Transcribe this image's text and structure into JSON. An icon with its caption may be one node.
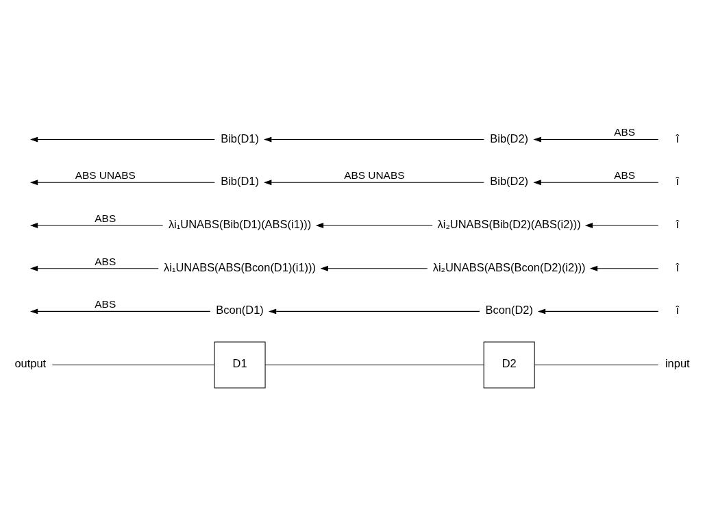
{
  "diagram": {
    "nodes": [
      {
        "text": [
          "output"
        ]
      },
      {
        "text": [
          "D1"
        ]
      },
      {
        "text": [
          "D2"
        ]
      },
      {
        "text": [
          "input"
        ]
      },
      {
        "text": [
          "Bcon(D1)"
        ]
      },
      {
        "text": [
          "Bcon(D2)"
        ]
      },
      {
        "text": [
          "î"
        ]
      },
      {
        "text": [
          "λi₁UNABS(ABS(Bcon(D1)(i1)))"
        ]
      },
      {
        "text": [
          "λi₂UNABS(ABS(Bcon(D2)(i2)))"
        ]
      },
      {
        "text": [
          "î"
        ]
      },
      {
        "text": [
          "λi₁UNABS(Bib(D1)(ABS(i1)))"
        ]
      },
      {
        "text": [
          "λi₂UNABS(Bib(D2)(ABS(i2)))"
        ]
      },
      {
        "text": [
          "î"
        ]
      },
      {
        "text": [
          "Bib(D1)"
        ]
      },
      {
        "text": [
          "Bib(D2)"
        ]
      },
      {
        "text": [
          "î"
        ]
      },
      {
        "text": [
          "Bib(D1)"
        ]
      },
      {
        "text": [
          "Bib(D2)"
        ]
      },
      {
        "text": [
          "î"
        ]
      }
    ],
    "edges": [
      {
        "from": 3,
        "to": 2,
        "arrow": "none"
      },
      {
        "from": 2,
        "to": 1,
        "arrow": "none"
      },
      {
        "from": 1,
        "to": 0,
        "arrow": "none"
      },
      {
        "from": 6,
        "to": 5,
        "arrow": "to"
      },
      {
        "from": 5,
        "to": 4,
        "arrow": "to"
      },
      {
        "from": 4,
        "to": null,
        "arrow": "to",
        "label": "ABS"
      },
      {
        "from": 9,
        "to": 8,
        "arrow": "to"
      },
      {
        "from": 8,
        "to": 7,
        "arrow": "to"
      },
      {
        "from": 7,
        "to": null,
        "arrow": "to",
        "label": "ABS"
      },
      {
        "from": 12,
        "to": 11,
        "arrow": "to"
      },
      {
        "from": 11,
        "to": 10,
        "arrow": "to"
      },
      {
        "from": 10,
        "to": null,
        "arrow": "to",
        "label": "ABS"
      },
      {
        "from": 15,
        "to": 14,
        "arrow": "to",
        "label": "ABS"
      },
      {
        "from": 14,
        "to": 13,
        "arrow": "to",
        "label": "ABS UNABS"
      },
      {
        "from": 13,
        "to": null,
        "arrow": "to",
        "label": "ABS UNABS"
      },
      {
        "from": 18,
        "to": 17,
        "arrow": "to",
        "label": "ABS"
      },
      {
        "from": 17,
        "to": 16,
        "arrow": "to"
      },
      {
        "from": 16,
        "to": null,
        "arrow": "to"
      }
    ]
  }
}
